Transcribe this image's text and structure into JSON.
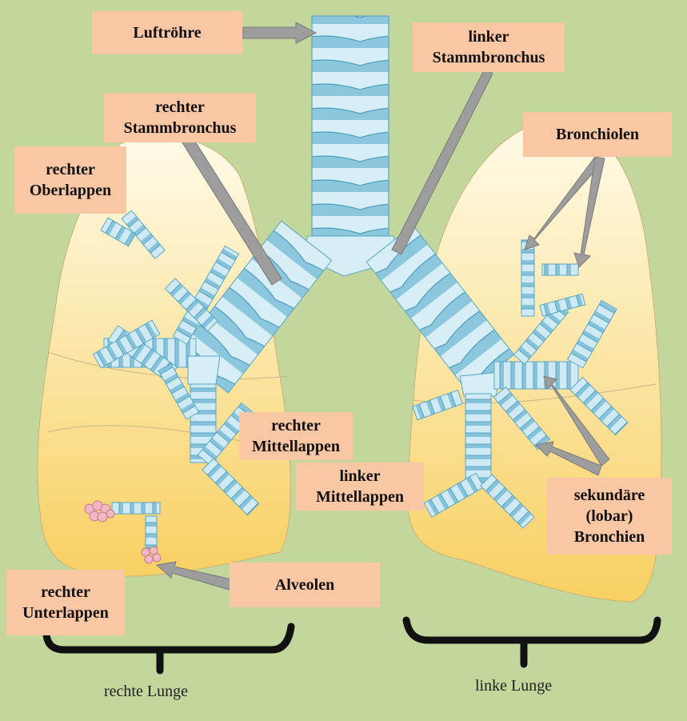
{
  "labels": {
    "trachea": [
      "Luftröhre"
    ],
    "left_main_bronchus": [
      "linker",
      "Stammbronchus"
    ],
    "right_main_bronchus": [
      "rechter",
      "Stammbronchus"
    ],
    "right_upper_lobe": [
      "rechter",
      "Oberlappen"
    ],
    "bronchioles": [
      "Bronchiolen"
    ],
    "right_middle_lobe": [
      "rechter",
      "Mittellappen"
    ],
    "left_middle_lobe": [
      "linker",
      "Mittellappen"
    ],
    "secondary_bronchi": [
      "sekundäre",
      "(lobar)",
      "Bronchien"
    ],
    "alveoli": [
      "Alveolen"
    ],
    "right_lower_lobe": [
      "rechter",
      "Unterlappen"
    ]
  },
  "captions": {
    "right_lung": "rechte Lunge",
    "left_lung": "linke Lunge"
  },
  "colors": {
    "background": "#c3d69b",
    "label_fill": "#f9c7a3",
    "lung_top": "#fffbe6",
    "lung_bottom": "#f9d36b",
    "airway": "#bfe3f0",
    "airway_ring": "#7fbfd8",
    "arrow": "#9a9a9a",
    "alveoli": "#f0b8c4"
  }
}
